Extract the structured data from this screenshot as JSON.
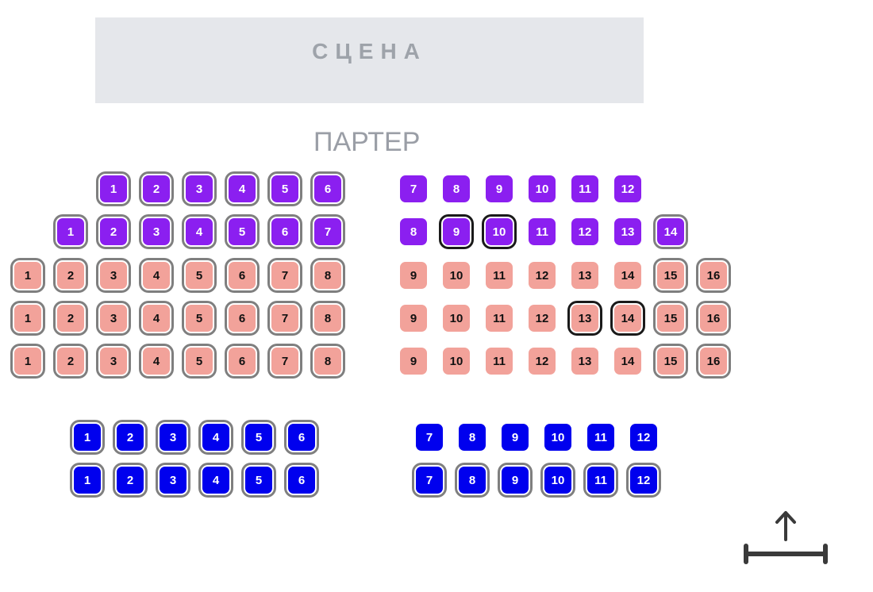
{
  "stage": {
    "label": "СЦЕНА"
  },
  "section": {
    "title": "ПАРТЕР"
  },
  "colors": {
    "purple": "#8b1ff0",
    "pink": "#f2a29a",
    "blue": "#0000ee",
    "stage_bg": "#e5e7eb",
    "frame_gray": "#7f7f7f",
    "frame_black": "#1a1a1a"
  },
  "rows": [
    {
      "color": "purple",
      "left": {
        "seats": [
          "1",
          "2",
          "3",
          "4",
          "5",
          "6"
        ],
        "framed": [
          "1",
          "2",
          "3",
          "4",
          "5",
          "6"
        ]
      },
      "right": {
        "seats": [
          "7",
          "8",
          "9",
          "10",
          "11",
          "12"
        ],
        "framed": []
      },
      "selected": []
    },
    {
      "color": "purple",
      "left": {
        "seats": [
          "1",
          "2",
          "3",
          "4",
          "5",
          "6",
          "7"
        ],
        "framed": [
          "1",
          "2",
          "3",
          "4",
          "5",
          "6",
          "7"
        ]
      },
      "right": {
        "seats": [
          "8",
          "9",
          "10",
          "11",
          "12",
          "13",
          "14"
        ],
        "framed": [
          "14"
        ]
      },
      "selected": [
        "9",
        "10"
      ]
    },
    {
      "color": "pink",
      "left": {
        "seats": [
          "1",
          "2",
          "3",
          "4",
          "5",
          "6",
          "7",
          "8"
        ],
        "framed": [
          "1",
          "2",
          "3",
          "4",
          "5",
          "6",
          "7",
          "8"
        ]
      },
      "right": {
        "seats": [
          "9",
          "10",
          "11",
          "12",
          "13",
          "14",
          "15",
          "16"
        ],
        "framed": [
          "15",
          "16"
        ]
      },
      "selected": []
    },
    {
      "color": "pink",
      "left": {
        "seats": [
          "1",
          "2",
          "3",
          "4",
          "5",
          "6",
          "7",
          "8"
        ],
        "framed": [
          "1",
          "2",
          "3",
          "4",
          "5",
          "6",
          "7",
          "8"
        ]
      },
      "right": {
        "seats": [
          "9",
          "10",
          "11",
          "12",
          "13",
          "14",
          "15",
          "16"
        ],
        "framed": [
          "15",
          "16"
        ]
      },
      "selected": [
        "13",
        "14"
      ]
    },
    {
      "color": "pink",
      "left": {
        "seats": [
          "1",
          "2",
          "3",
          "4",
          "5",
          "6",
          "7",
          "8"
        ],
        "framed": [
          "1",
          "2",
          "3",
          "4",
          "5",
          "6",
          "7",
          "8"
        ]
      },
      "right": {
        "seats": [
          "9",
          "10",
          "11",
          "12",
          "13",
          "14",
          "15",
          "16"
        ],
        "framed": [
          "15",
          "16"
        ]
      },
      "selected": []
    },
    {
      "color": "blue",
      "left": {
        "seats": [
          "1",
          "2",
          "3",
          "4",
          "5",
          "6"
        ],
        "framed": [
          "1",
          "2",
          "3",
          "4",
          "5",
          "6"
        ]
      },
      "right": {
        "seats": [
          "7",
          "8",
          "9",
          "10",
          "11",
          "12"
        ],
        "framed": []
      },
      "selected": []
    },
    {
      "color": "blue",
      "left": {
        "seats": [
          "1",
          "2",
          "3",
          "4",
          "5",
          "6"
        ],
        "framed": [
          "1",
          "2",
          "3",
          "4",
          "5",
          "6"
        ]
      },
      "right": {
        "seats": [
          "7",
          "8",
          "9",
          "10",
          "11",
          "12"
        ],
        "framed": [
          "7",
          "8",
          "9",
          "10",
          "11",
          "12"
        ]
      },
      "selected": []
    }
  ],
  "exit": {
    "icon": "exit-arrow-icon"
  }
}
